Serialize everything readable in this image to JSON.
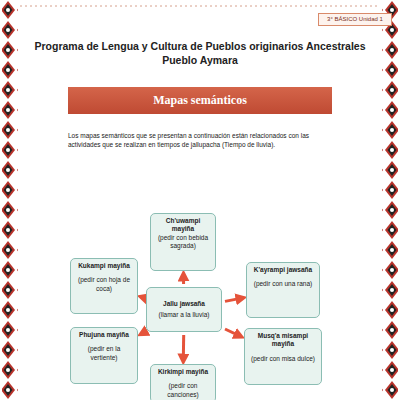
{
  "diagram": {
    "title": "Programa de Lengua y Cultura de Pueblos originarios Ancestrales",
    "nodes": [
      {
        "text": [
          "3° BÁSICO Unidad 1"
        ]
      },
      {
        "text": [
          "Mapas semánticos"
        ]
      },
      {
        "text": [
          "Ch'uwampi mayiña",
          "(pedir con bebida sagrada)"
        ]
      },
      {
        "text": [
          "Kukampi mayiña",
          "(pedir con hoja de coca)"
        ]
      },
      {
        "text": [
          "K'ayrampi jawsaña",
          "(pedir con una rana)"
        ]
      },
      {
        "text": [
          "Jallu jawsaña",
          "(llamar a la lluvia)"
        ]
      },
      {
        "text": [
          "Phujuna mayiña",
          "(pedir en la vertiente)"
        ]
      },
      {
        "text": [
          "Musq'a misampi mayiña",
          "(pedir con misa dulce)"
        ]
      },
      {
        "text": [
          "Kirkimpi mayiña",
          "(pedir con canciones)"
        ]
      }
    ],
    "edges": [
      {
        "from": 5,
        "to": 2,
        "arrow": "to"
      },
      {
        "from": 5,
        "to": 3,
        "arrow": "to"
      },
      {
        "from": 5,
        "to": 4,
        "arrow": "to"
      },
      {
        "from": 5,
        "to": 6,
        "arrow": "to"
      },
      {
        "from": 5,
        "to": 7,
        "arrow": "to"
      },
      {
        "from": 5,
        "to": 8,
        "arrow": "to"
      }
    ],
    "labels": [
      "Pueblo Aymara",
      "Los mapas semánticos que se presentan a continuación están relacionados con las actividades que se realizan en tiempos de jallupacha (Tiempo de lluvia)."
    ]
  }
}
